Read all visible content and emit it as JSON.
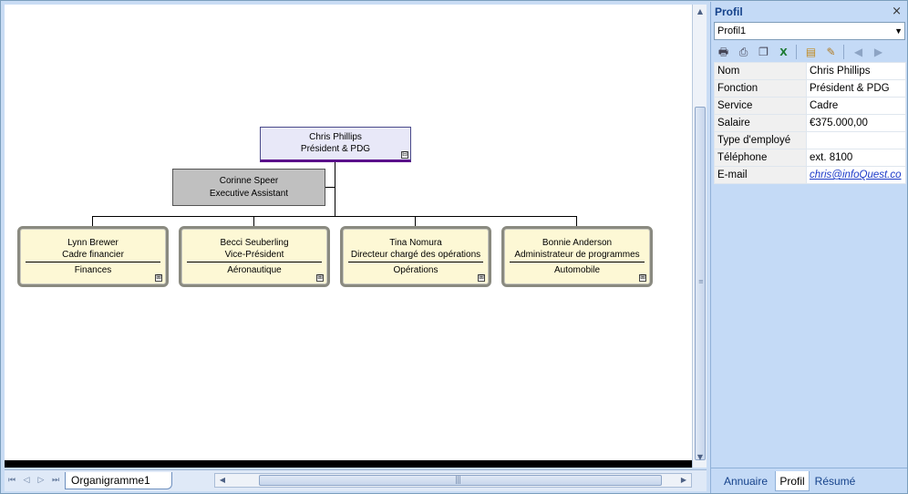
{
  "canvas": {
    "ceo": {
      "name": "Chris Phillips",
      "title": "Président & PDG"
    },
    "assistant": {
      "name": "Corinne Speer",
      "title": "Executive Assistant"
    },
    "reports": [
      {
        "name": "Lynn Brewer",
        "title": "Cadre financier",
        "dept": "Finances"
      },
      {
        "name": "Becci Seuberling",
        "title": "Vice-Président",
        "dept": "Aéronautique"
      },
      {
        "name": "Tina  Nomura",
        "title": "Directeur chargé des opérations",
        "dept": "Opérations"
      },
      {
        "name": "Bonnie  Anderson",
        "title": "Administrateur de programmes",
        "dept": "Automobile"
      }
    ],
    "expand_glyph": "⊟",
    "collapse_glyph": "⊞"
  },
  "sheet_tab": {
    "label": "Organigramme1"
  },
  "pane": {
    "title": "Profil",
    "close": "×",
    "profile_select": "Profil1",
    "toolbar_icons": [
      "print-icon",
      "print-preview-icon",
      "copy-icon",
      "excel-icon",
      "paste-icon",
      "edit-icon",
      "back-icon",
      "forward-icon"
    ],
    "fields": [
      {
        "key": "Nom",
        "value": "Chris Phillips"
      },
      {
        "key": "Fonction",
        "value": "Président & PDG"
      },
      {
        "key": "Service",
        "value": "Cadre"
      },
      {
        "key": "Salaire",
        "value": "€375.000,00"
      },
      {
        "key": "Type d'employé",
        "value": ""
      },
      {
        "key": "Téléphone",
        "value": "ext. 8100"
      },
      {
        "key": "E-mail",
        "value": "chris@infoQuest.co"
      }
    ],
    "tabs": [
      "Annuaire",
      "Profil",
      "Résumé"
    ]
  },
  "colors": {
    "ceo_fill": "#e8e8f8",
    "assistant_fill": "#c0c0c0",
    "report_fill": "#fdf8d5",
    "pane_bg": "#c4daf6",
    "link": "#1b39c8"
  }
}
